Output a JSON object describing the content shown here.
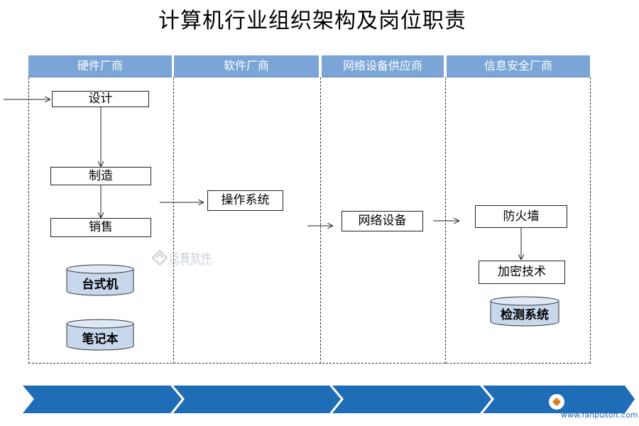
{
  "title": "计算机行业组织架构及岗位职责",
  "lanes": [
    {
      "label": "硬件厂商"
    },
    {
      "label": "软件厂商"
    },
    {
      "label": "网络设备供应商"
    },
    {
      "label": "信息安全厂商"
    }
  ],
  "hardware": {
    "steps": [
      "设计",
      "制造",
      "销售"
    ],
    "products": [
      "台式机",
      "笔记本"
    ]
  },
  "software": {
    "steps": [
      "操作系统"
    ]
  },
  "network": {
    "steps": [
      "网络设备"
    ]
  },
  "security": {
    "steps": [
      "防火墙",
      "加密技术"
    ],
    "products": [
      "检测系统"
    ]
  },
  "watermark": {
    "text": "泛普软件",
    "subtext": "FANPU SOFTWARE"
  },
  "logo": {
    "text": "泛普软件",
    "url": "www.fanpusoft.com"
  },
  "colors": {
    "header": "#7aa5d6",
    "chevron": "#1f6cb7",
    "cylinder_fill": "#c7d7ec",
    "cylinder_stroke": "#333333"
  }
}
